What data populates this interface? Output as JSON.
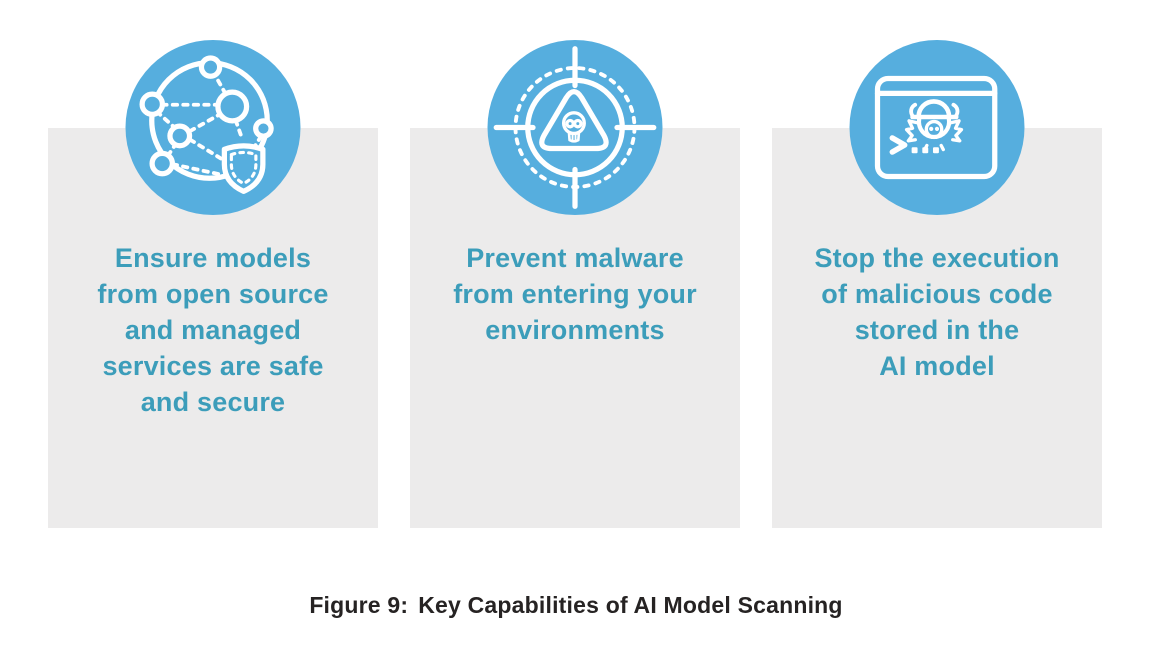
{
  "colors": {
    "accent-blue": "#56AEDE",
    "teal-text": "#3C9DBA",
    "card-bg": "#ECEBEB",
    "caption-color": "#262323",
    "page-bg": "#FFFFFF",
    "icon-stroke": "#FFFFFF"
  },
  "cards": [
    {
      "icon": "network-shield-icon",
      "text": "Ensure models\nfrom open source\nand managed\nservices are safe\nand secure"
    },
    {
      "icon": "malware-target-icon",
      "text": "Prevent malware\nfrom entering your\nenvironments"
    },
    {
      "icon": "terminal-bug-icon",
      "text": "Stop the execution\nof malicious code\nstored in the\nAI model"
    }
  ],
  "figure": {
    "caption_prefix": "Figure 9:",
    "caption_text": "Key Capabilities of AI Model Scanning"
  }
}
